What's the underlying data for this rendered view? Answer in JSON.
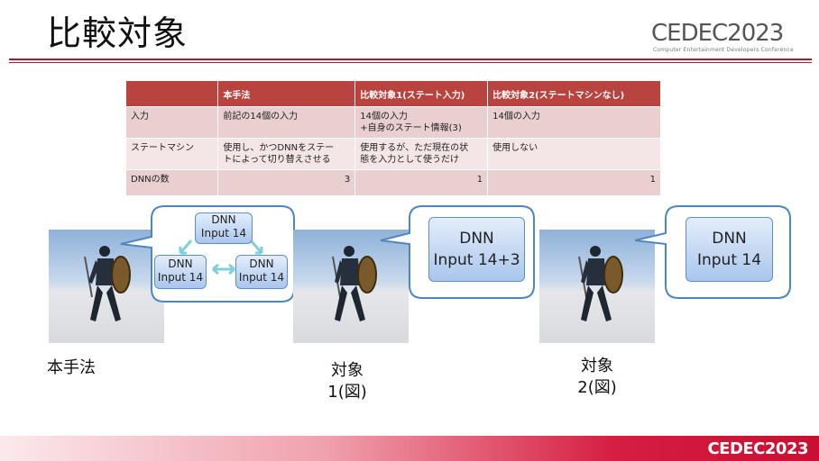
{
  "title": "比較対象",
  "logo": {
    "text": "CEDEC2023",
    "subtitle": "Computer Entertainment Developers Conference"
  },
  "table": {
    "headers": [
      "",
      "本手法",
      "比較対象1(ステート入力)",
      "比較対象2(ステートマシンなし)"
    ],
    "rows": [
      {
        "label": "入力",
        "c1": "前記の14個の入力",
        "c2_line1": "14個の入力",
        "c2_line2": "+自身のステート情報(3)",
        "c3": "14個の入力"
      },
      {
        "label": "ステートマシン",
        "c1_line1": "使用し、かつDNNをステー",
        "c1_line2": "トによって切り替えさせる",
        "c2_line1": "使用するが、ただ現在の状",
        "c2_line2": "態を入力として使うだけ",
        "c3": "使用しない"
      },
      {
        "label": "DNNの数",
        "c1": "3",
        "c2": "1",
        "c3": "1"
      }
    ]
  },
  "diagrams": {
    "ours": {
      "box_top": {
        "line1": "DNN",
        "line2": "Input 14"
      },
      "box_left": {
        "line1": "DNN",
        "line2": "Input 14"
      },
      "box_right": {
        "line1": "DNN",
        "line2": "Input 14"
      },
      "caption": "本手法"
    },
    "cmp1": {
      "line1": "DNN",
      "line2": "Input 14+3",
      "caption_line1": "対象",
      "caption_line2": "1(図)"
    },
    "cmp2": {
      "line1": "DNN",
      "line2": "Input 14",
      "caption_line1": "対象",
      "caption_line2": "2(図)"
    }
  },
  "footer_logo": "CEDEC2023",
  "colors": {
    "accent": "#a51d2d",
    "header_bg": "#b9433f",
    "bubble_border": "#4e86c2"
  }
}
